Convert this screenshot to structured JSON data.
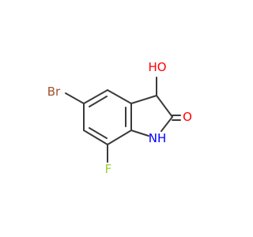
{
  "molecule": {
    "atoms": {
      "br": {
        "label": "Br",
        "color": "#a0522d"
      },
      "f": {
        "label": "F",
        "color": "#9acd32"
      },
      "oh": {
        "label": "HO",
        "color": "#ff0000"
      },
      "o": {
        "label": "O",
        "color": "#ff0000"
      },
      "nh": {
        "label": "NH",
        "color": "#0000ff"
      }
    },
    "bond_color": "#3a3a3a"
  }
}
